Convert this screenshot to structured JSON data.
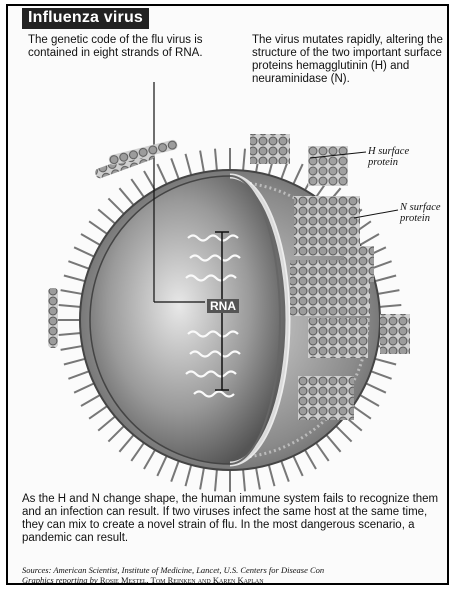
{
  "title": "Influenza virus",
  "intro_left": "The genetic code of the flu virus is contained in eight strands of RNA.",
  "intro_right": "The virus mutates rapidly, altering the structure of the two important surface proteins hemagglutinin (H) and neuraminidase (N).",
  "labels": {
    "h_surface_protein": "H surface protein",
    "n_surface_protein": "N surface protein",
    "rna": "RNA"
  },
  "explanation": "As the H and N change shape, the human immune system fails to recognize them and an infection can result. If two viruses infect the same host at the same time, they can mix to create a novel strain of flu. In the most dangerous scenario, a pandemic can result.",
  "sources_line": "Sources: American Scientist, Institute of Medicine, Lancet, U.S. Centers for Disease Con",
  "credits_prefix": "Graphics reporting by",
  "credits_names": "Rosie Mestel, Tom Reinken and Karen Kaplan",
  "colors": {
    "background": "#fbfbfb",
    "frame": "#000000",
    "virus_dark": "#555555",
    "virus_light": "#cfcfcf"
  }
}
